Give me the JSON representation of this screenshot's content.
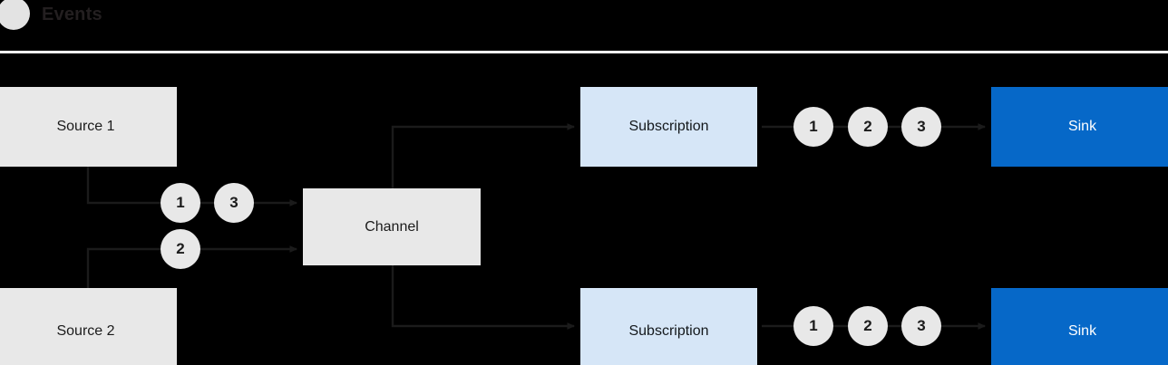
{
  "header": {
    "dot_icon": "circle-icon",
    "title": "Events"
  },
  "colors": {
    "background": "#000000",
    "box_gray": "#e8e8e8",
    "box_light_blue": "#d6e6f7",
    "box_blue": "#0668c8",
    "wire": "#1b1b1b",
    "divider": "#ffffff",
    "token_fill": "#e8e8e8"
  },
  "diagram": {
    "sources": [
      {
        "label": "Source 1"
      },
      {
        "label": "Source 2"
      }
    ],
    "channel": {
      "label": "Channel"
    },
    "subscriptions": [
      {
        "label": "Subscription"
      },
      {
        "label": "Subscription"
      }
    ],
    "sinks": [
      {
        "label": "Sink"
      },
      {
        "label": "Sink"
      }
    ],
    "ingress_tokens": {
      "source_1_path": [
        "1",
        "3"
      ],
      "source_2_path": [
        "2"
      ]
    },
    "egress_tokens": {
      "subscription_1_path": [
        "1",
        "2",
        "3"
      ],
      "subscription_2_path": [
        "1",
        "2",
        "3"
      ]
    }
  }
}
